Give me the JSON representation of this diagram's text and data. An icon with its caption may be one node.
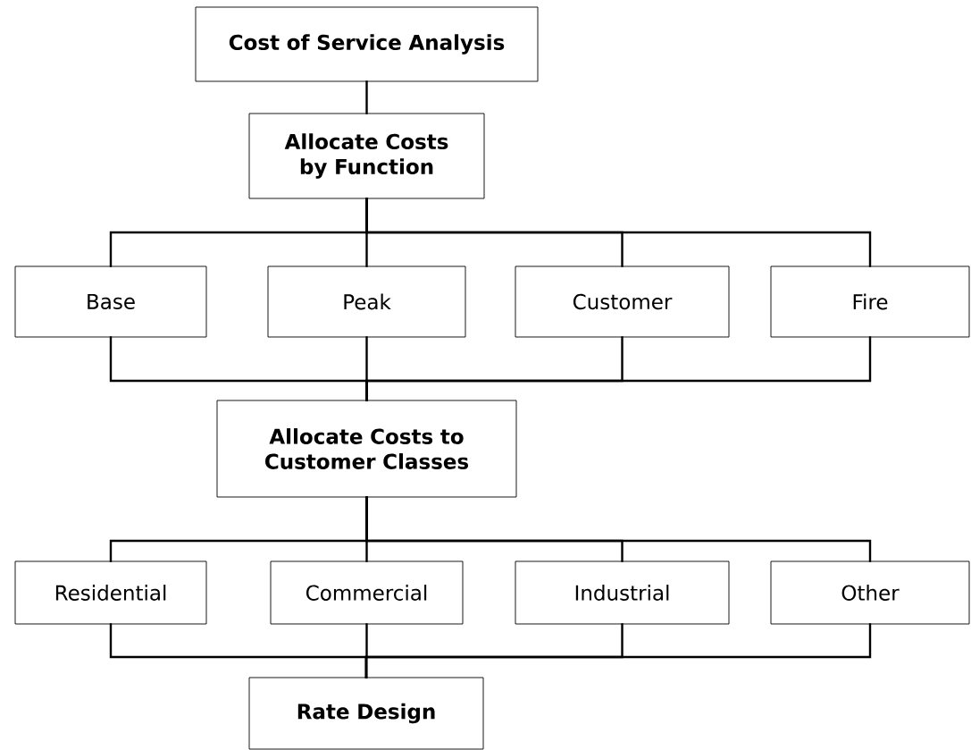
{
  "diagram": {
    "nodes": [
      {
        "text": [
          "Cost of Service Analysis"
        ]
      },
      {
        "text": [
          "Allocate Costs by Function"
        ]
      },
      {
        "text": [
          "Base"
        ]
      },
      {
        "text": [
          "Peak"
        ]
      },
      {
        "text": [
          "Customer"
        ]
      },
      {
        "text": [
          "Fire"
        ]
      },
      {
        "text": [
          "Allocate Costs to Customer Classes"
        ]
      },
      {
        "text": [
          "Residential"
        ]
      },
      {
        "text": [
          "Commercial"
        ]
      },
      {
        "text": [
          "Industrial"
        ]
      },
      {
        "text": [
          "Other"
        ]
      },
      {
        "text": [
          "Rate Design"
        ]
      }
    ],
    "edges": [
      {
        "from": 0,
        "to": 1,
        "arrow": "none"
      },
      {
        "from": 1,
        "to": 2,
        "arrow": "none"
      },
      {
        "from": 1,
        "to": 3,
        "arrow": "none"
      },
      {
        "from": 1,
        "to": 4,
        "arrow": "none"
      },
      {
        "from": 1,
        "to": 5,
        "arrow": "none"
      },
      {
        "from": 2,
        "to": 6,
        "arrow": "none"
      },
      {
        "from": 3,
        "to": 6,
        "arrow": "none"
      },
      {
        "from": 4,
        "to": 6,
        "arrow": "none"
      },
      {
        "from": 5,
        "to": 6,
        "arrow": "none"
      },
      {
        "from": 6,
        "to": 7,
        "arrow": "none"
      },
      {
        "from": 6,
        "to": 8,
        "arrow": "none"
      },
      {
        "from": 6,
        "to": 9,
        "arrow": "none"
      },
      {
        "from": 6,
        "to": 10,
        "arrow": "none"
      },
      {
        "from": 7,
        "to": 11,
        "arrow": "none"
      },
      {
        "from": 8,
        "to": 11,
        "arrow": "none"
      },
      {
        "from": 9,
        "to": 11,
        "arrow": "none"
      },
      {
        "from": 10,
        "to": 11,
        "arrow": "none"
      }
    ]
  }
}
